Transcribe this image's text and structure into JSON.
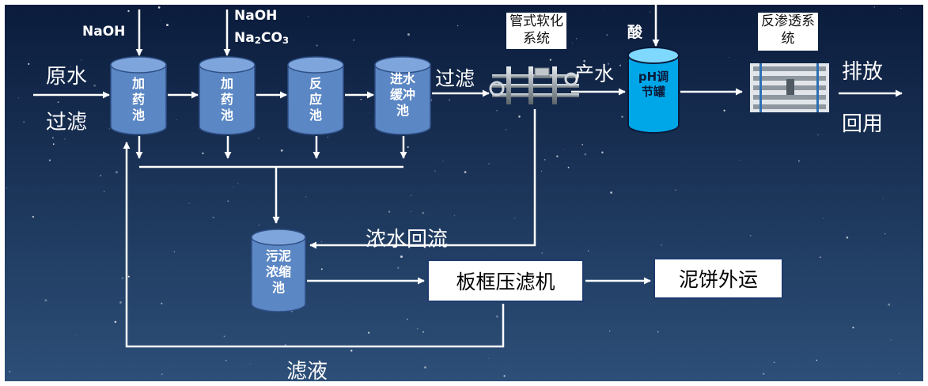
{
  "colors": {
    "bg_top": "#0b1c3c",
    "bg_bottom": "#2d4f78",
    "tank_fill": "#5b87c4",
    "tank_top": "#7fa6dc",
    "tank_edge": "#2e4f86",
    "ph_tank_fill": "#00a7e8",
    "ph_tank_top": "#7fd9ff",
    "arrow": "#ffffff",
    "box_border": "#1f3b6e"
  },
  "labels": {
    "raw_water": "原水",
    "filter_in": "过滤",
    "naoh_1": "NaOH",
    "naoh_2": "NaOH",
    "na2co3_base": "Na",
    "na2co3_sub": "2",
    "na2co3_mid": "CO",
    "na2co3_sub2": "3",
    "filter_mid": "过滤",
    "product_water": "产水",
    "acid": "酸",
    "discharge": "排放",
    "reuse": "回用",
    "concentrate_return": "浓水回流",
    "filtrate": "滤液"
  },
  "tanks": {
    "dosing_1": "加药池",
    "dosing_2": "加药池",
    "reaction": "反应池",
    "buffer": "进水缓冲池",
    "ph_tank": "pH调节罐",
    "sludge": "污泥浓缩池"
  },
  "equipment": {
    "tube_softening": "管式软化系统",
    "reverse_osmosis": "反渗透系统",
    "filter_press": "板框压滤机",
    "cake_transport": "泥饼外运"
  }
}
